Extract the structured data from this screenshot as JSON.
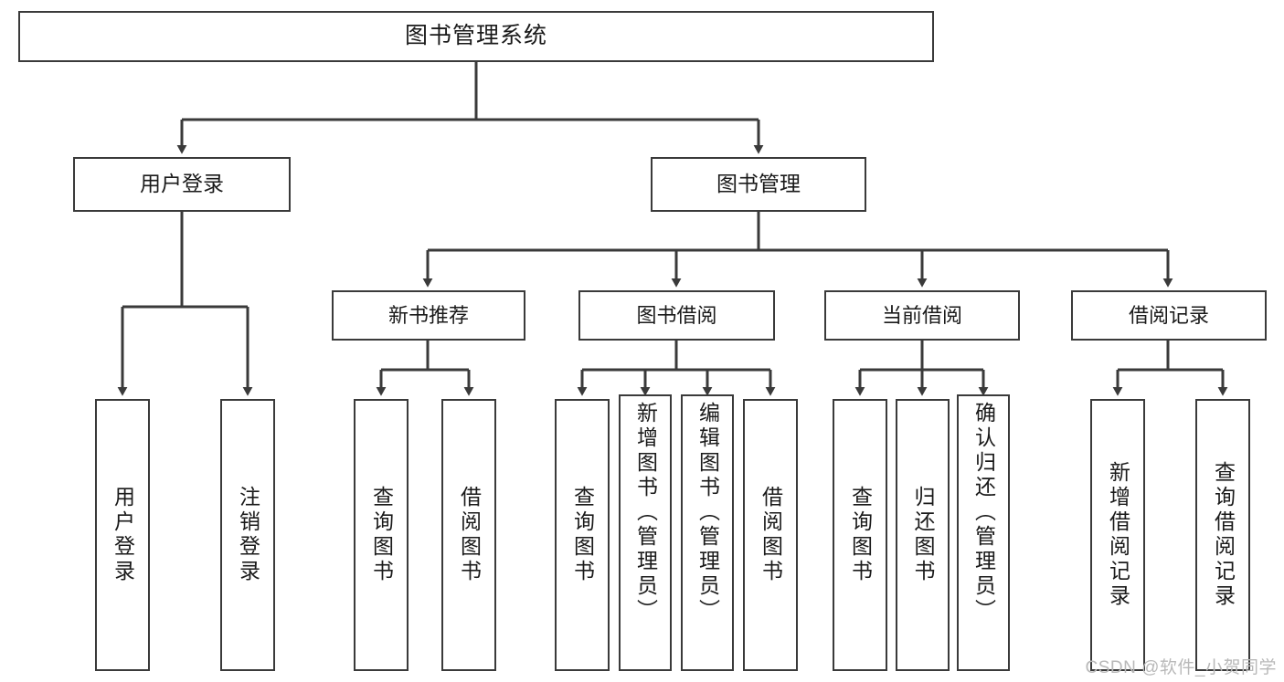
{
  "diagram": {
    "title": "图书管理系统",
    "type": "hierarchy-tree",
    "watermark": "CSDN @软件_小贺同学",
    "colors": {
      "box_border": "#3a3a3a",
      "box_fill": "#ffffff",
      "connector": "#3a3a3a",
      "text": "#1a1a1a",
      "watermark": "#b9b9b9"
    },
    "nodes": {
      "root": {
        "label": "图书管理系统"
      },
      "level2": [
        {
          "id": "user-login",
          "label": "用户登录"
        },
        {
          "id": "book-manage",
          "label": "图书管理"
        }
      ],
      "level3": [
        {
          "id": "new-book-rec",
          "label": "新书推荐"
        },
        {
          "id": "book-borrow",
          "label": "图书借阅"
        },
        {
          "id": "current-borrow",
          "label": "当前借阅"
        },
        {
          "id": "borrow-record",
          "label": "借阅记录"
        }
      ],
      "leaves": [
        {
          "id": "leaf-user-login",
          "label": "用户登录",
          "parent": "user-login"
        },
        {
          "id": "leaf-logout",
          "label": "注销登录",
          "parent": "user-login"
        },
        {
          "id": "leaf-query-book-1",
          "label": "查询图书",
          "parent": "new-book-rec"
        },
        {
          "id": "leaf-borrow-book-1",
          "label": "借阅图书",
          "parent": "new-book-rec"
        },
        {
          "id": "leaf-query-book-2",
          "label": "查询图书",
          "parent": "book-borrow"
        },
        {
          "id": "leaf-add-book",
          "label": "新增图书（管理员）",
          "parent": "book-borrow"
        },
        {
          "id": "leaf-edit-book",
          "label": "编辑图书（管理员）",
          "parent": "book-borrow"
        },
        {
          "id": "leaf-borrow-book-2",
          "label": "借阅图书",
          "parent": "book-borrow"
        },
        {
          "id": "leaf-query-book-3",
          "label": "查询图书",
          "parent": "current-borrow"
        },
        {
          "id": "leaf-return-book",
          "label": "归还图书",
          "parent": "current-borrow"
        },
        {
          "id": "leaf-confirm-return",
          "label": "确认归还（管理员）",
          "parent": "current-borrow"
        },
        {
          "id": "leaf-add-record",
          "label": "新增借阅记录",
          "parent": "borrow-record"
        },
        {
          "id": "leaf-query-record",
          "label": "查询借阅记录",
          "parent": "borrow-record"
        }
      ]
    }
  }
}
